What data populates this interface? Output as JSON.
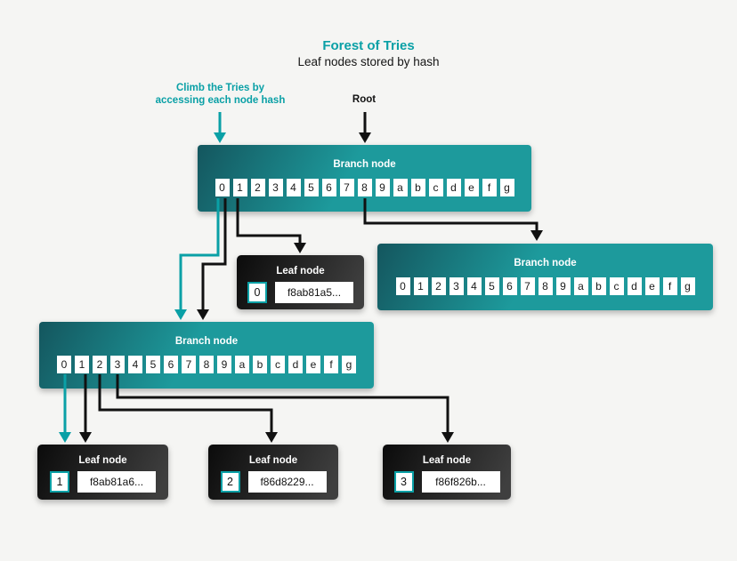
{
  "page": {
    "title": "Forest of Tries",
    "subtitle": "Leaf nodes stored by hash"
  },
  "annotations": {
    "climb_line1": "Climb the Tries by",
    "climb_line2": "accessing each node hash",
    "root_label": "Root"
  },
  "cells": [
    "0",
    "1",
    "2",
    "3",
    "4",
    "5",
    "6",
    "7",
    "8",
    "9",
    "a",
    "b",
    "c",
    "d",
    "e",
    "f",
    "g"
  ],
  "nodes": {
    "branch_root": {
      "title": "Branch node"
    },
    "branch_right": {
      "title": "Branch node"
    },
    "branch_left": {
      "title": "Branch node"
    },
    "leaf_root_0": {
      "title": "Leaf node",
      "index": "0",
      "hash": "f8ab81a5..."
    },
    "leaf_left_1": {
      "title": "Leaf node",
      "index": "1",
      "hash": "f8ab81a6..."
    },
    "leaf_left_2": {
      "title": "Leaf node",
      "index": "2",
      "hash": "f86d8229..."
    },
    "leaf_left_3": {
      "title": "Leaf node",
      "index": "3",
      "hash": "f86f826b..."
    }
  },
  "colors": {
    "accent": "#0aa0a6",
    "arrow_black": "#111111",
    "background": "#f5f5f3",
    "branch_g1": "#14565e",
    "branch_g2": "#1d9a9c",
    "leaf_g1": "#0b0b0b",
    "leaf_g2": "#3f3f3f"
  }
}
